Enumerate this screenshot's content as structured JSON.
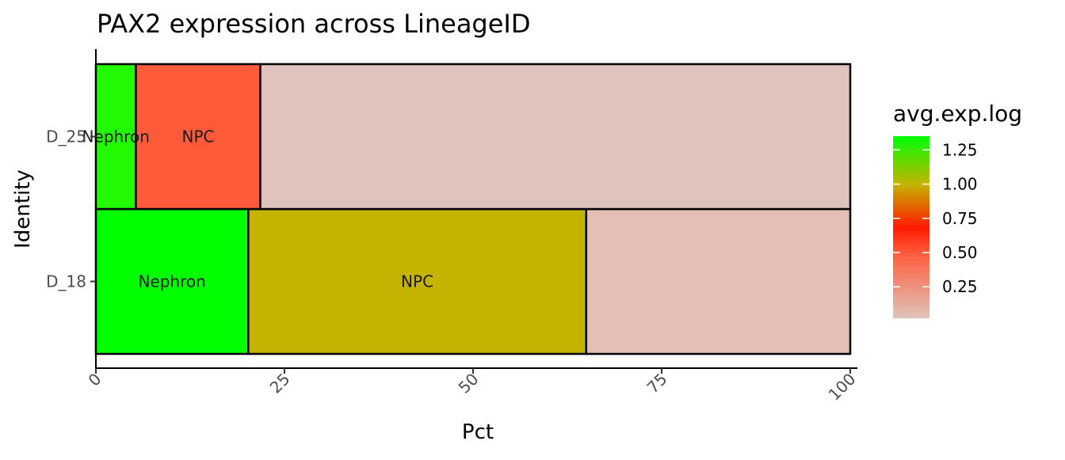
{
  "chart_data": {
    "type": "bar",
    "orientation": "horizontal",
    "stacked": true,
    "title": "PAX2 expression across LineageID",
    "xlabel": "Pct",
    "ylabel": "Identity",
    "xlim": [
      0,
      100
    ],
    "x_ticks": [
      "0",
      "25",
      "50",
      "75",
      "100"
    ],
    "categories": [
      "D_18",
      "D_25"
    ],
    "bars": [
      {
        "identity": "D_18",
        "segments": [
          {
            "label": "Nephron",
            "start": 0,
            "end": 20.2,
            "avg_exp_log": 1.32,
            "color": "#00FF00"
          },
          {
            "label": "NPC",
            "start": 20.2,
            "end": 65,
            "avg_exp_log": 1.0,
            "color": "#C4B400"
          },
          {
            "label": "",
            "start": 65,
            "end": 100,
            "avg_exp_log": 0.05,
            "color": "#E3BFB6"
          }
        ]
      },
      {
        "identity": "D_25",
        "segments": [
          {
            "label": "Nephron",
            "start": 0,
            "end": 5.3,
            "avg_exp_log": 1.28,
            "color": "#22FA00"
          },
          {
            "label": "NPC",
            "start": 5.3,
            "end": 21.8,
            "avg_exp_log": 0.45,
            "color": "#FF5A3A"
          },
          {
            "label": "",
            "start": 21.8,
            "end": 100,
            "avg_exp_log": 0.02,
            "color": "#DEC4BC"
          }
        ]
      }
    ],
    "legend": {
      "title": "avg.exp.log",
      "placement": "right",
      "ticks": [
        "0.25",
        "0.50",
        "0.75",
        "1.00",
        "1.25"
      ],
      "tick_values": [
        0.25,
        0.5,
        0.75,
        1.0,
        1.25
      ],
      "gradient_stops": [
        {
          "value": 0.02,
          "color": "#DEC4BC"
        },
        {
          "value": 0.5,
          "color": "#FF5A3A"
        },
        {
          "value": 0.68,
          "color": "#FF1A00"
        },
        {
          "value": 1.0,
          "color": "#C4B400"
        },
        {
          "value": 1.35,
          "color": "#00FF00"
        }
      ]
    }
  }
}
